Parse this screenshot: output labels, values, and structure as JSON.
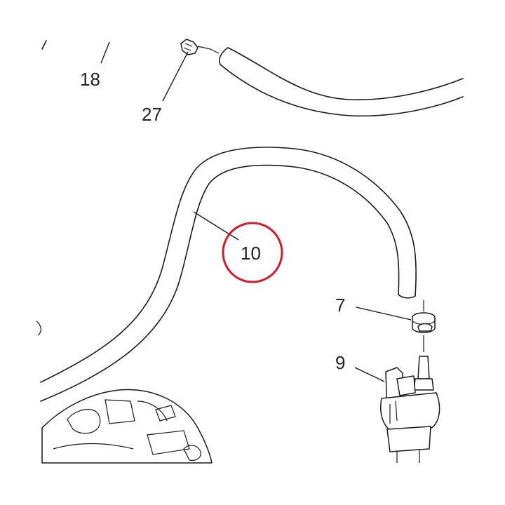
{
  "callouts": [
    {
      "id": "18",
      "text": "18"
    },
    {
      "id": "27",
      "text": "27"
    },
    {
      "id": "10",
      "text": "10",
      "highlighted": true
    },
    {
      "id": "7",
      "text": "7"
    },
    {
      "id": "9",
      "text": "9"
    }
  ],
  "colors": {
    "highlight": "#cc1f2d",
    "ink": "#1a1a1a"
  }
}
